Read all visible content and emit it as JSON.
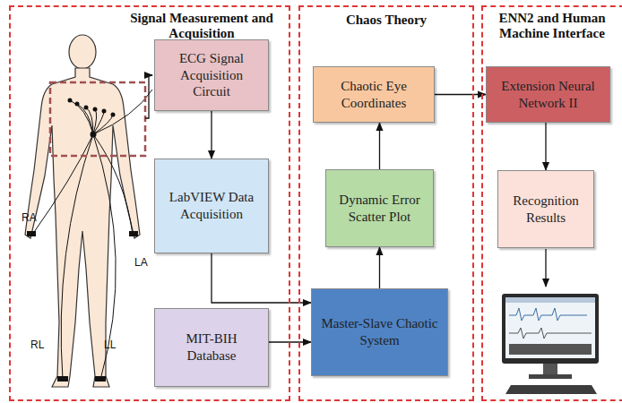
{
  "diagram": {
    "nodes": [
      {
        "text": [
          "Signal Measurement and Acquisition"
        ]
      },
      {
        "text": [
          "ECG Signal Acquisition Circuit"
        ],
        "in": 0
      },
      {
        "text": [
          "LabVIEW Data Acquisition"
        ],
        "in": 0
      },
      {
        "text": [
          "MIT-BIH Database"
        ],
        "in": 0
      },
      {
        "text": [
          "Chaos Theory"
        ]
      },
      {
        "text": [
          "Chaotic Eye Coordinates"
        ],
        "in": 4
      },
      {
        "text": [
          "Dynamic Error Scatter Plot"
        ],
        "in": 4
      },
      {
        "text": [
          "Master-Slave Chaotic System"
        ],
        "in": 4
      },
      {
        "text": [
          "ENN2 and Human Machine Interface"
        ]
      },
      {
        "text": [
          "Extension Neural Network II"
        ],
        "in": 8
      },
      {
        "text": [
          "Recognition Results"
        ],
        "in": 8
      }
    ],
    "edges": [
      {
        "from": 1,
        "to": 2,
        "arrow": "to"
      },
      {
        "from": 2,
        "to": 7,
        "arrow": "to"
      },
      {
        "from": 3,
        "to": 7,
        "arrow": "to"
      },
      {
        "from": 7,
        "to": 6,
        "arrow": "to"
      },
      {
        "from": 6,
        "to": 5,
        "arrow": "to"
      },
      {
        "from": 5,
        "to": 9,
        "arrow": "to"
      },
      {
        "from": 9,
        "to": 10,
        "arrow": "to"
      }
    ],
    "labels": [
      "RA",
      "LA",
      "RL",
      "LL"
    ]
  }
}
